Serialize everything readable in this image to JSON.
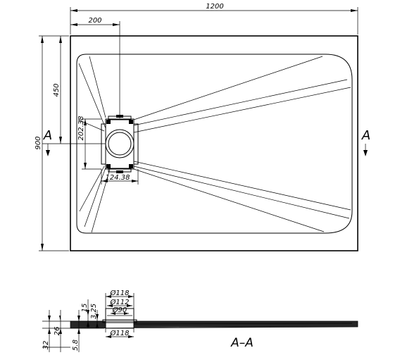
{
  "dimensions": {
    "overall_width": "1200",
    "drain_offset_x": "200",
    "overall_depth": "900",
    "drain_offset_y": "450",
    "drain_height": "202.38",
    "drain_width": "124.38"
  },
  "section_markers": {
    "left": "A",
    "right": "A",
    "section_label": "A–A"
  },
  "section_dimensions": {
    "dia_118_top": "Ø118",
    "dia_112": "Ø112",
    "dia_90": "Ø90",
    "dia_118_bottom": "Ø118",
    "h_15": "15",
    "h_3_25": "3.25",
    "h_26": "26",
    "h_32": "32",
    "h_5_8": "5.8"
  }
}
